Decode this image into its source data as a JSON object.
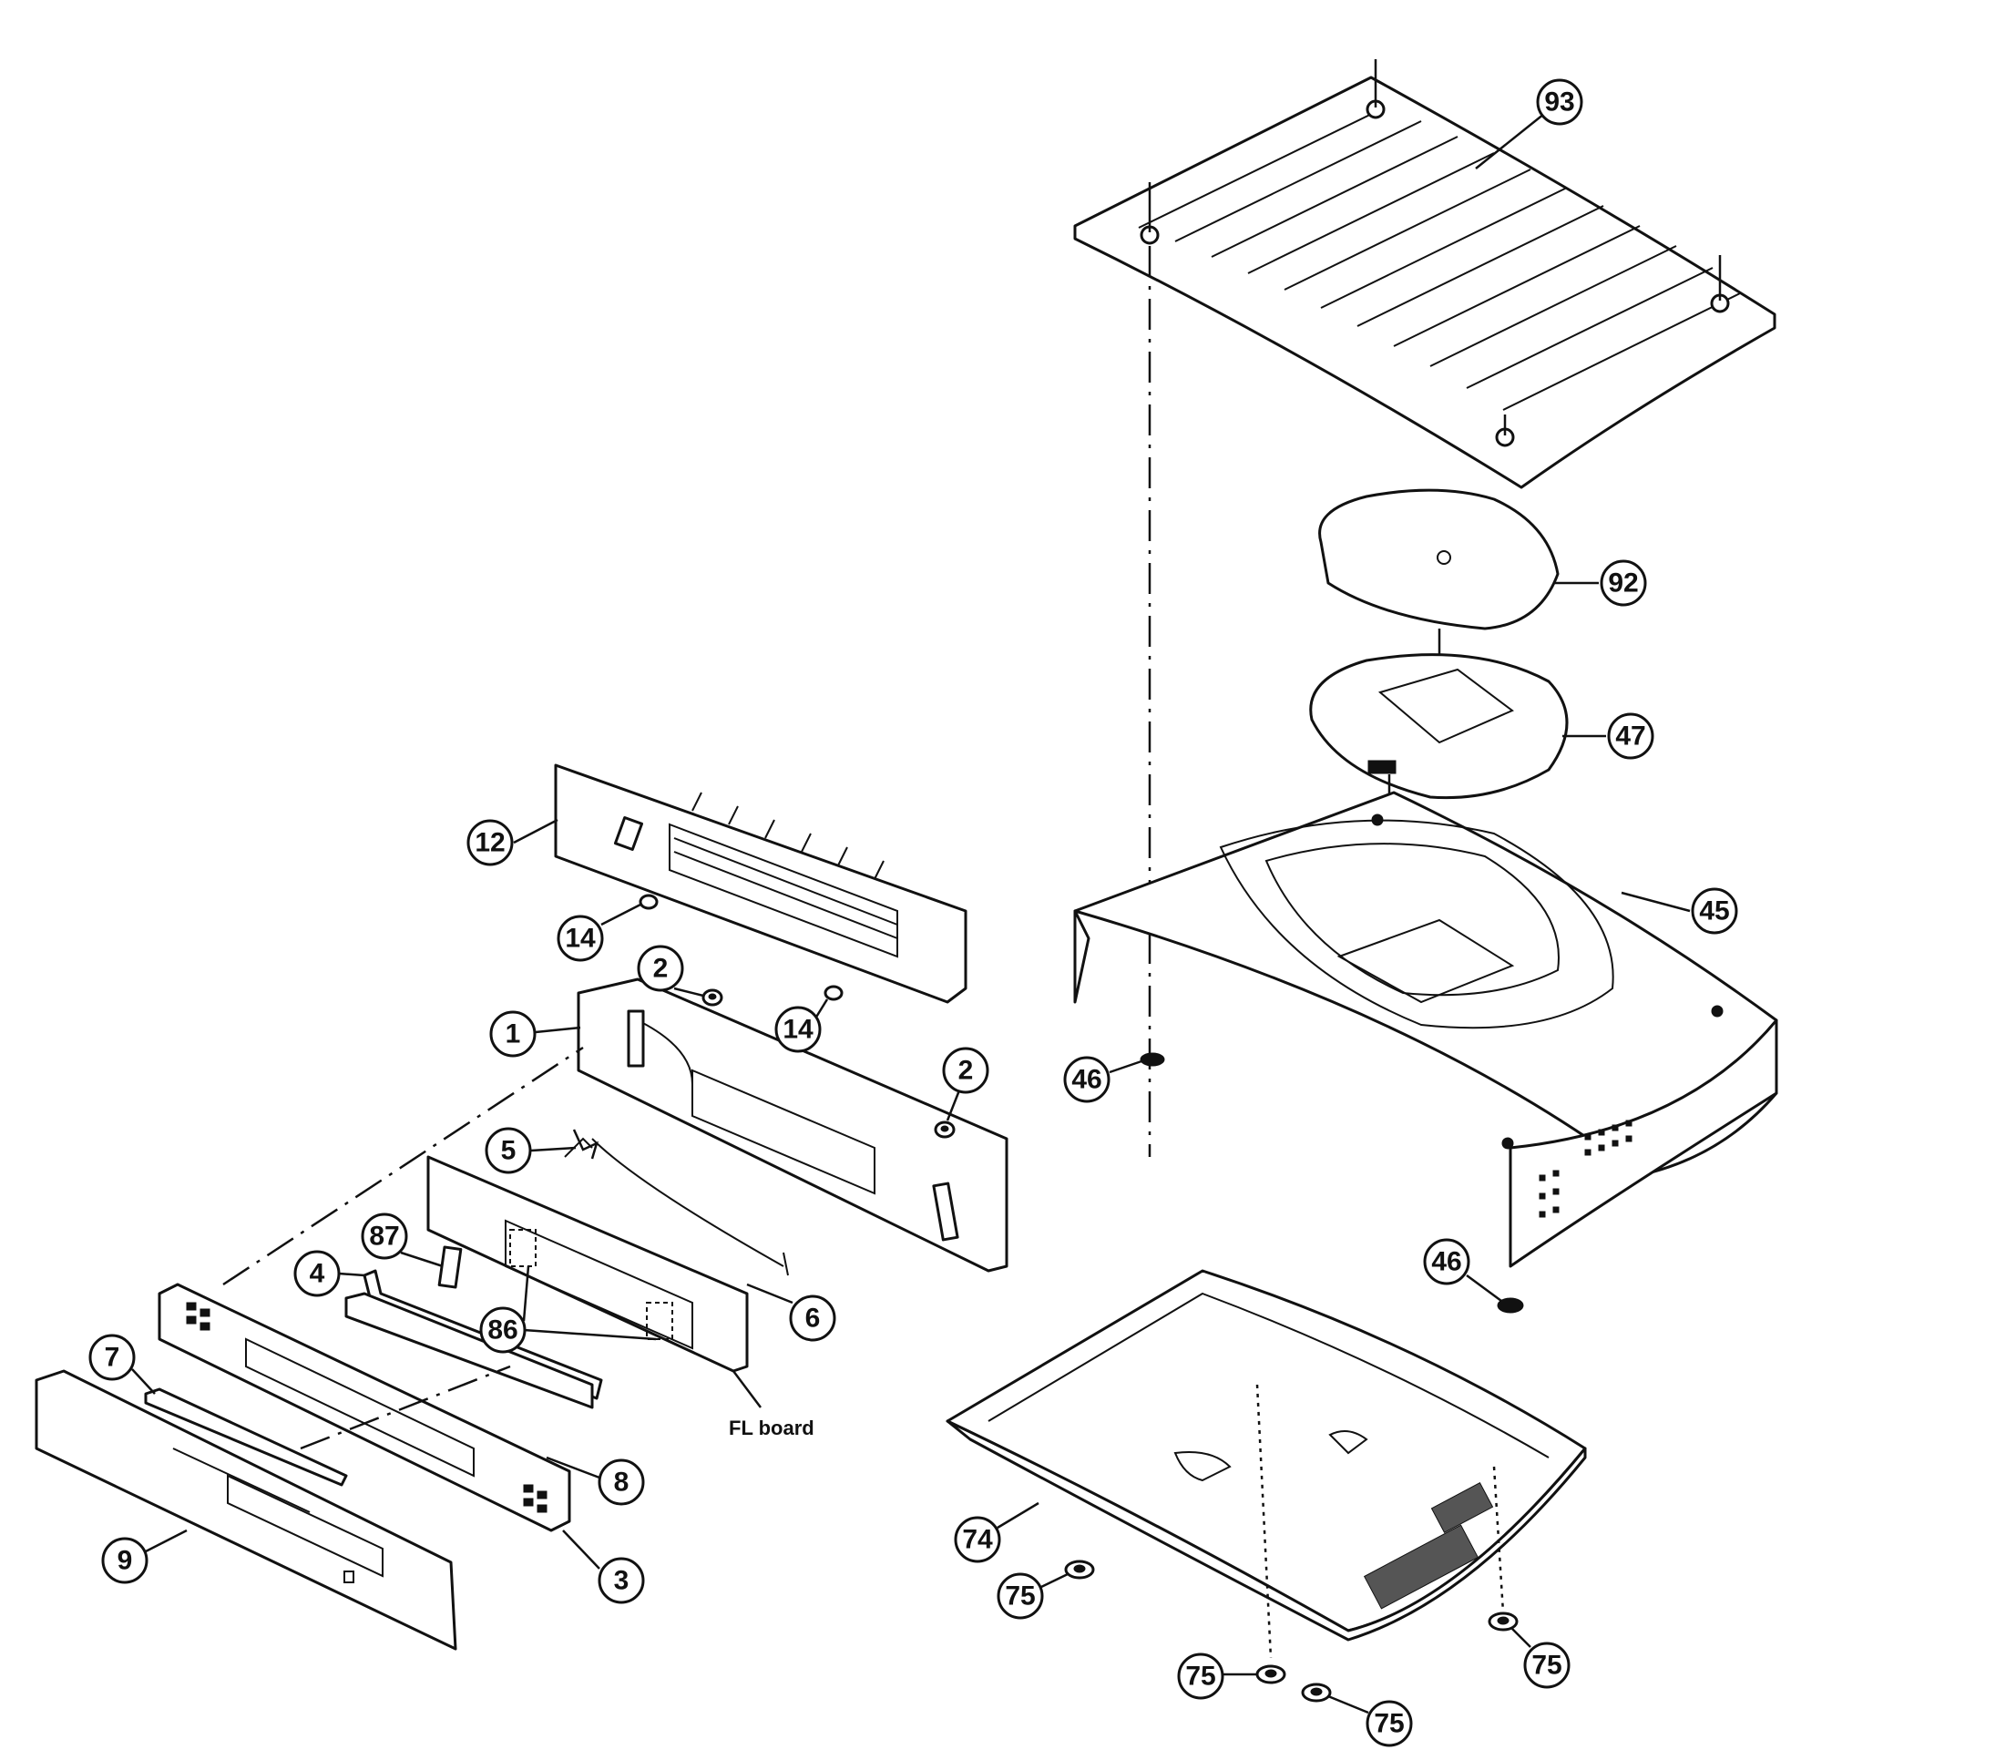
{
  "colors": {
    "line": "#111111",
    "background": "#ffffff"
  },
  "callouts": {
    "c93": "93",
    "c92": "92",
    "c47": "47",
    "c45": "45",
    "c46a": "46",
    "c46b": "46",
    "c12": "12",
    "c14a": "14",
    "c14b": "14",
    "c2a": "2",
    "c2b": "2",
    "c1": "1",
    "c5": "5",
    "c87": "87",
    "c4": "4",
    "c86": "86",
    "c6": "6",
    "c7": "7",
    "c8": "8",
    "c3": "3",
    "c9": "9",
    "c74": "74",
    "c75a": "75",
    "c75b": "75",
    "c75c": "75",
    "c75d": "75"
  },
  "labels": {
    "fl_board": "FL board"
  }
}
